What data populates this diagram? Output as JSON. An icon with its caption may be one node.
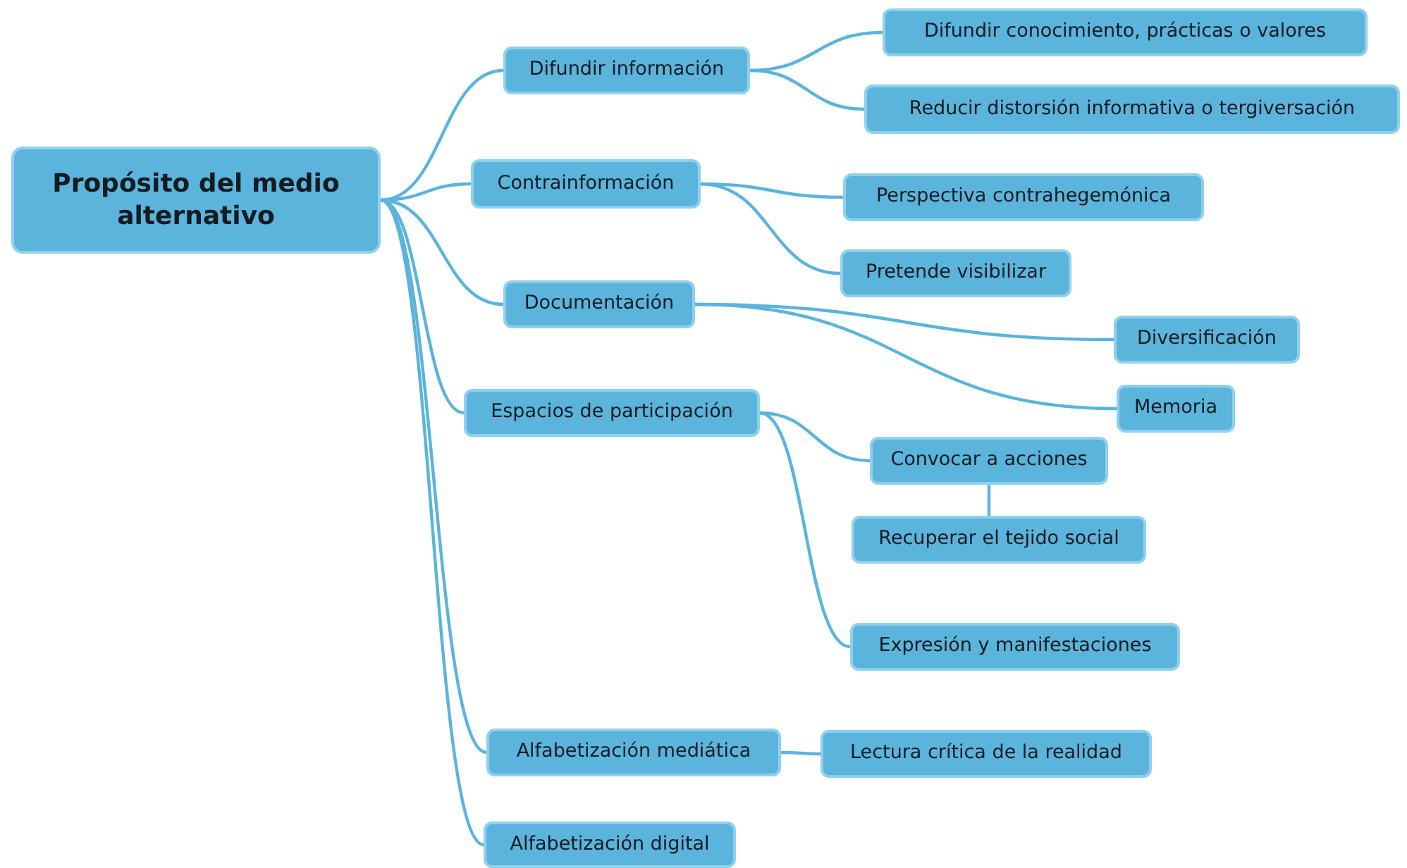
{
  "diagram": {
    "nodes": [
      {
        "text": [
          "Propósito del medio alternativo"
        ]
      },
      {
        "text": [
          "Difundir información"
        ]
      },
      {
        "text": [
          "Difundir conocimiento, prácticas o valores"
        ]
      },
      {
        "text": [
          "Reducir distorsión informativa o tergiversación"
        ]
      },
      {
        "text": [
          "Contrainformación"
        ]
      },
      {
        "text": [
          "Perspectiva contrahegemónica"
        ]
      },
      {
        "text": [
          "Pretende visibilizar"
        ]
      },
      {
        "text": [
          "Documentación"
        ]
      },
      {
        "text": [
          "Diversificación"
        ]
      },
      {
        "text": [
          "Memoria"
        ]
      },
      {
        "text": [
          "Espacios de participación"
        ]
      },
      {
        "text": [
          "Convocar a acciones"
        ]
      },
      {
        "text": [
          "Recuperar el tejido social"
        ]
      },
      {
        "text": [
          "Expresión y manifestaciones"
        ]
      },
      {
        "text": [
          "Alfabetización mediática"
        ]
      },
      {
        "text": [
          "Lectura crítica de la realidad"
        ]
      },
      {
        "text": [
          "Alfabetización digital"
        ]
      }
    ],
    "edges": [
      {
        "from": 0,
        "to": 1,
        "arrow": "none"
      },
      {
        "from": 0,
        "to": 4,
        "arrow": "none"
      },
      {
        "from": 0,
        "to": 7,
        "arrow": "none"
      },
      {
        "from": 0,
        "to": 10,
        "arrow": "none"
      },
      {
        "from": 0,
        "to": 14,
        "arrow": "none"
      },
      {
        "from": 0,
        "to": 16,
        "arrow": "none"
      },
      {
        "from": 1,
        "to": 2,
        "arrow": "none"
      },
      {
        "from": 1,
        "to": 3,
        "arrow": "none"
      },
      {
        "from": 4,
        "to": 5,
        "arrow": "none"
      },
      {
        "from": 4,
        "to": 6,
        "arrow": "none"
      },
      {
        "from": 7,
        "to": 8,
        "arrow": "none"
      },
      {
        "from": 7,
        "to": 9,
        "arrow": "none"
      },
      {
        "from": 10,
        "to": 11,
        "arrow": "none"
      },
      {
        "from": 10,
        "to": 13,
        "arrow": "none"
      },
      {
        "from": 11,
        "to": 12,
        "arrow": "none"
      },
      {
        "from": 14,
        "to": 15,
        "arrow": "none"
      }
    ]
  }
}
